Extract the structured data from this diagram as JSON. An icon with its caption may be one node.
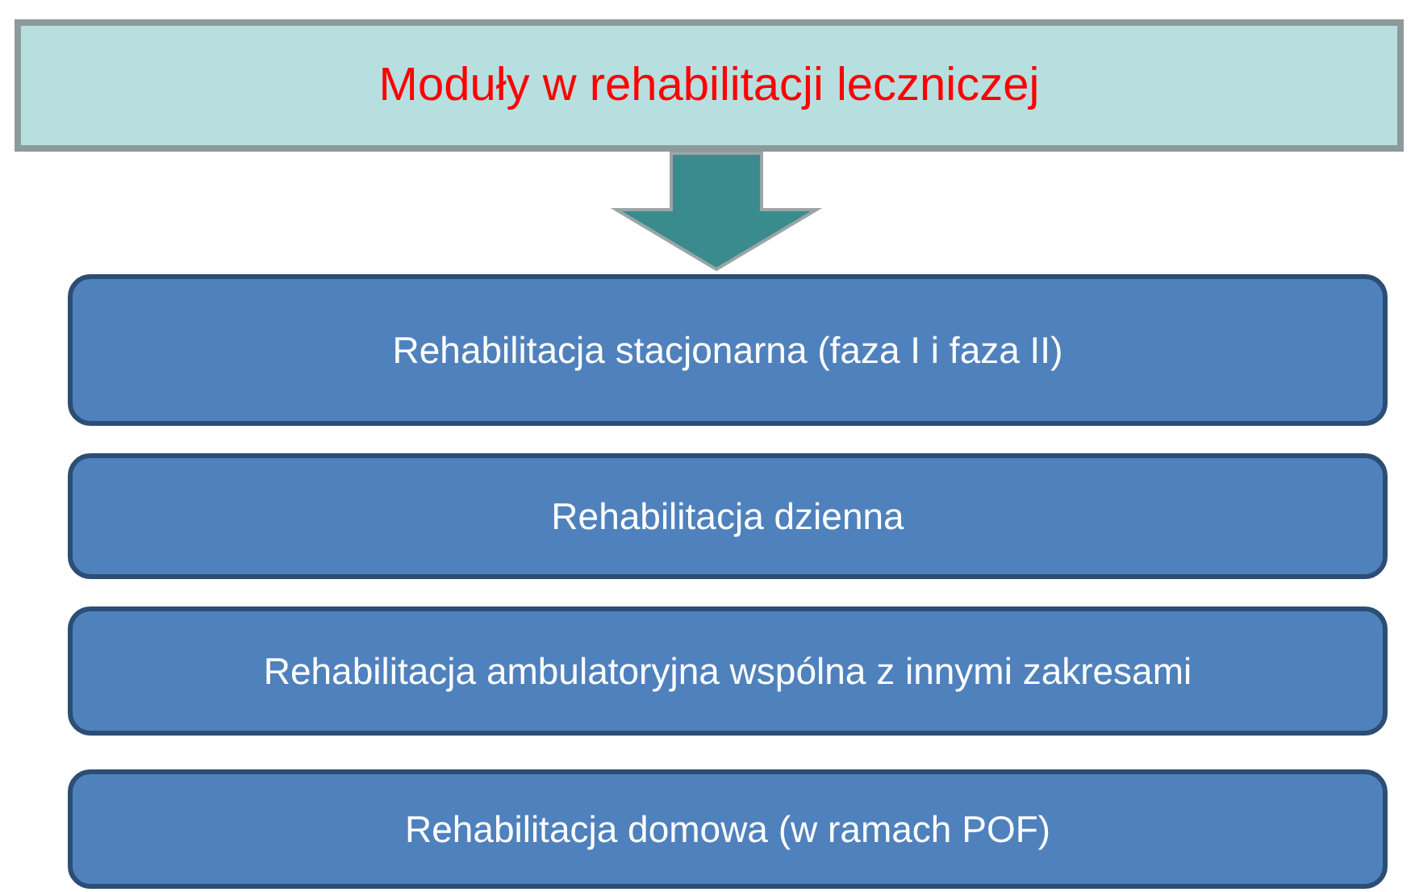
{
  "diagram": {
    "nodes": [
      {
        "text": [
          "Moduły w rehabilitacji leczniczej"
        ]
      },
      {
        "text": [
          "Rehabilitacja stacjonarna (faza I i faza II)"
        ]
      },
      {
        "text": [
          "Rehabilitacja dzienna"
        ]
      },
      {
        "text": [
          "Rehabilitacja ambulatoryjna wspólna z innymi zakresami"
        ]
      },
      {
        "text": [
          "Rehabilitacja domowa (w ramach POF)"
        ]
      }
    ],
    "edges": [
      {
        "from": 0,
        "to": 1,
        "arrow": "to"
      }
    ]
  }
}
